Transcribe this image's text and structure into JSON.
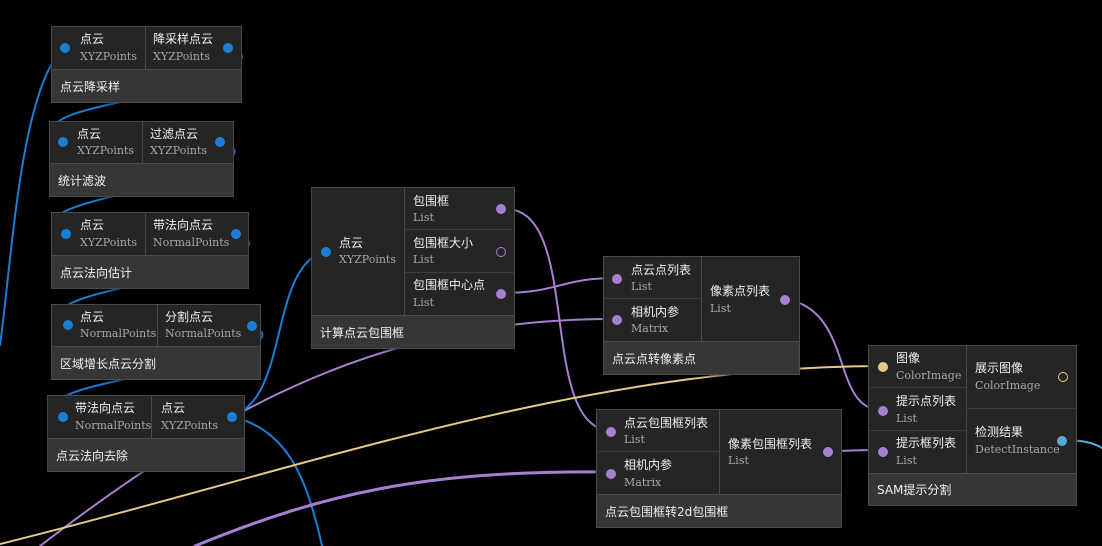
{
  "nodes": {
    "downsample": {
      "title": "点云降采样",
      "inputs": [
        {
          "label": "点云",
          "type": "XYZPoints"
        }
      ],
      "outputs": [
        {
          "label": "降采样点云",
          "type": "XYZPoints"
        }
      ]
    },
    "stat_filter": {
      "title": "统计滤波",
      "inputs": [
        {
          "label": "点云",
          "type": "XYZPoints"
        }
      ],
      "outputs": [
        {
          "label": "过滤点云",
          "type": "XYZPoints"
        }
      ]
    },
    "normal_est": {
      "title": "点云法向估计",
      "inputs": [
        {
          "label": "点云",
          "type": "XYZPoints"
        }
      ],
      "outputs": [
        {
          "label": "带法向点云",
          "type": "NormalPoints"
        }
      ]
    },
    "region_grow": {
      "title": "区域增长点云分割",
      "inputs": [
        {
          "label": "点云",
          "type": "NormalPoints"
        }
      ],
      "outputs": [
        {
          "label": "分割点云",
          "type": "NormalPoints"
        }
      ]
    },
    "normal_remove": {
      "title": "点云法向去除",
      "inputs": [
        {
          "label": "带法向点云",
          "type": "NormalPoints"
        }
      ],
      "outputs": [
        {
          "label": "点云",
          "type": "XYZPoints"
        }
      ]
    },
    "bbox": {
      "title": "计算点云包围框",
      "inputs": [
        {
          "label": "点云",
          "type": "XYZPoints"
        }
      ],
      "outputs": [
        {
          "label": "包围框",
          "type": "List"
        },
        {
          "label": "包围框大小",
          "type": "List"
        },
        {
          "label": "包围框中心点",
          "type": "List"
        }
      ]
    },
    "to_pixel": {
      "title": "点云点转像素点",
      "inputs": [
        {
          "label": "点云点列表",
          "type": "List"
        },
        {
          "label": "相机内参",
          "type": "Matrix"
        }
      ],
      "outputs": [
        {
          "label": "像素点列表",
          "type": "List"
        }
      ]
    },
    "bbox2d": {
      "title": "点云包围框转2d包围框",
      "inputs": [
        {
          "label": "点云包围框列表",
          "type": "List"
        },
        {
          "label": "相机内参",
          "type": "Matrix"
        }
      ],
      "outputs": [
        {
          "label": "像素包围框列表",
          "type": "List"
        }
      ]
    },
    "sam": {
      "title": "SAM提示分割",
      "inputs": [
        {
          "label": "图像",
          "type": "ColorImage"
        },
        {
          "label": "提示点列表",
          "type": "List"
        },
        {
          "label": "提示框列表",
          "type": "List"
        }
      ],
      "outputs": [
        {
          "label": "展示图像",
          "type": "ColorImage"
        },
        {
          "label": "检测结果",
          "type": "DetectInstance"
        }
      ]
    }
  },
  "colors": {
    "background": "#000000",
    "xyzpoints": "#1a7fd4",
    "normalpoints": "#1a7fd4",
    "list": "#a77fd0",
    "matrix": "#a77fd0",
    "colorimage": "#e6c88a",
    "detectinstance": "#5ca9d6"
  }
}
